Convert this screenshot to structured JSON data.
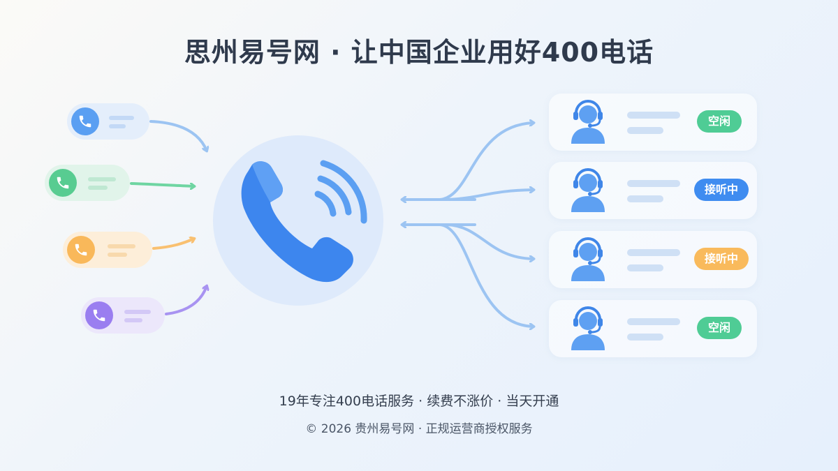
{
  "header": {
    "title": "思州易号网 · 让中国企业用好400电话"
  },
  "icons": {
    "caller": "phone-icon",
    "hub": "phone-ringing-icon",
    "agent": "headset-agent-icon"
  },
  "callers": [
    {
      "color": "#5a9ff2",
      "bg": "#e4eefb",
      "line": "#c3d9f6"
    },
    {
      "color": "#58cc91",
      "bg": "#e1f4ea",
      "line": "#bfe8d2"
    },
    {
      "color": "#f9b85a",
      "bg": "#fdeed9",
      "line": "#f8d9ac"
    },
    {
      "color": "#9a7ef0",
      "bg": "#ece7fb",
      "line": "#d3c8f6"
    }
  ],
  "agents": [
    {
      "status": "空闲",
      "status_type": "idle"
    },
    {
      "status": "接听中",
      "status_type": "busy-blue"
    },
    {
      "status": "接听中",
      "status_type": "busy-orange"
    },
    {
      "status": "空闲",
      "status_type": "idle"
    }
  ],
  "colors": {
    "arrow_blue": "#9cc4f2",
    "hub_circle": "#dae8fa",
    "hub_phone": "#3d86ee",
    "agent_avatar": "#5ea0f2",
    "idle_badge": "#4fcc95",
    "busy_blue_badge": "#3f8cf0",
    "busy_orange_badge": "#f9ba5c"
  },
  "footer": {
    "line1": "19年专注400电话服务 · 续费不涨价 · 当天开通",
    "line2": "© 2026 贵州易号网 · 正规运营商授权服务"
  }
}
